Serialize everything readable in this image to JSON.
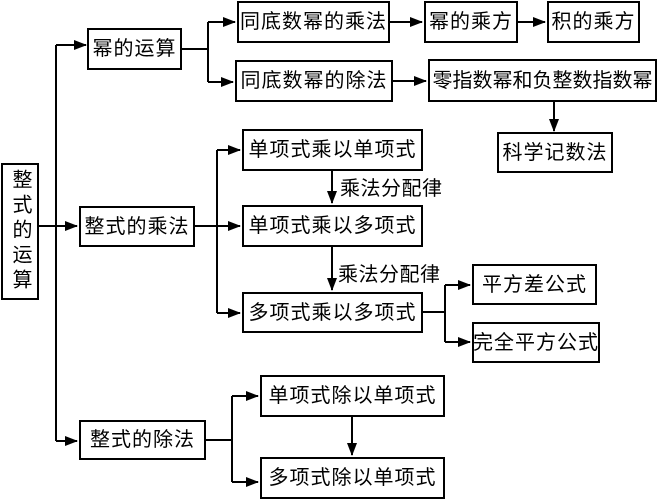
{
  "diagram": {
    "nodes": {
      "root": "整式的运算",
      "power_ops": "幂的运算",
      "poly_mult": "整式的乘法",
      "poly_div": "整式的除法",
      "same_base_mult": "同底数幂的乘法",
      "power_of_power": "幂的乘方",
      "product_power": "积的乘方",
      "same_base_div": "同底数幂的除法",
      "zero_neg_exp": "零指数幂和负整数指数幂",
      "sci_notation": "科学记数法",
      "mono_x_mono": "单项式乘以单项式",
      "mono_x_poly": "单项式乘以多项式",
      "poly_x_poly": "多项式乘以多项式",
      "diff_squares": "平方差公式",
      "perfect_square": "完全平方公式",
      "mono_div_mono": "单项式除以单项式",
      "poly_div_mono": "多项式除以单项式"
    },
    "edge_labels": {
      "distributive_law_1": "乘法分配律",
      "distributive_law_2": "乘法分配律"
    },
    "colors": {
      "line": "#000000",
      "box_border": "#000000",
      "box_background": "#ffffff",
      "text": "#000000",
      "page_background": "#ffffff"
    }
  }
}
